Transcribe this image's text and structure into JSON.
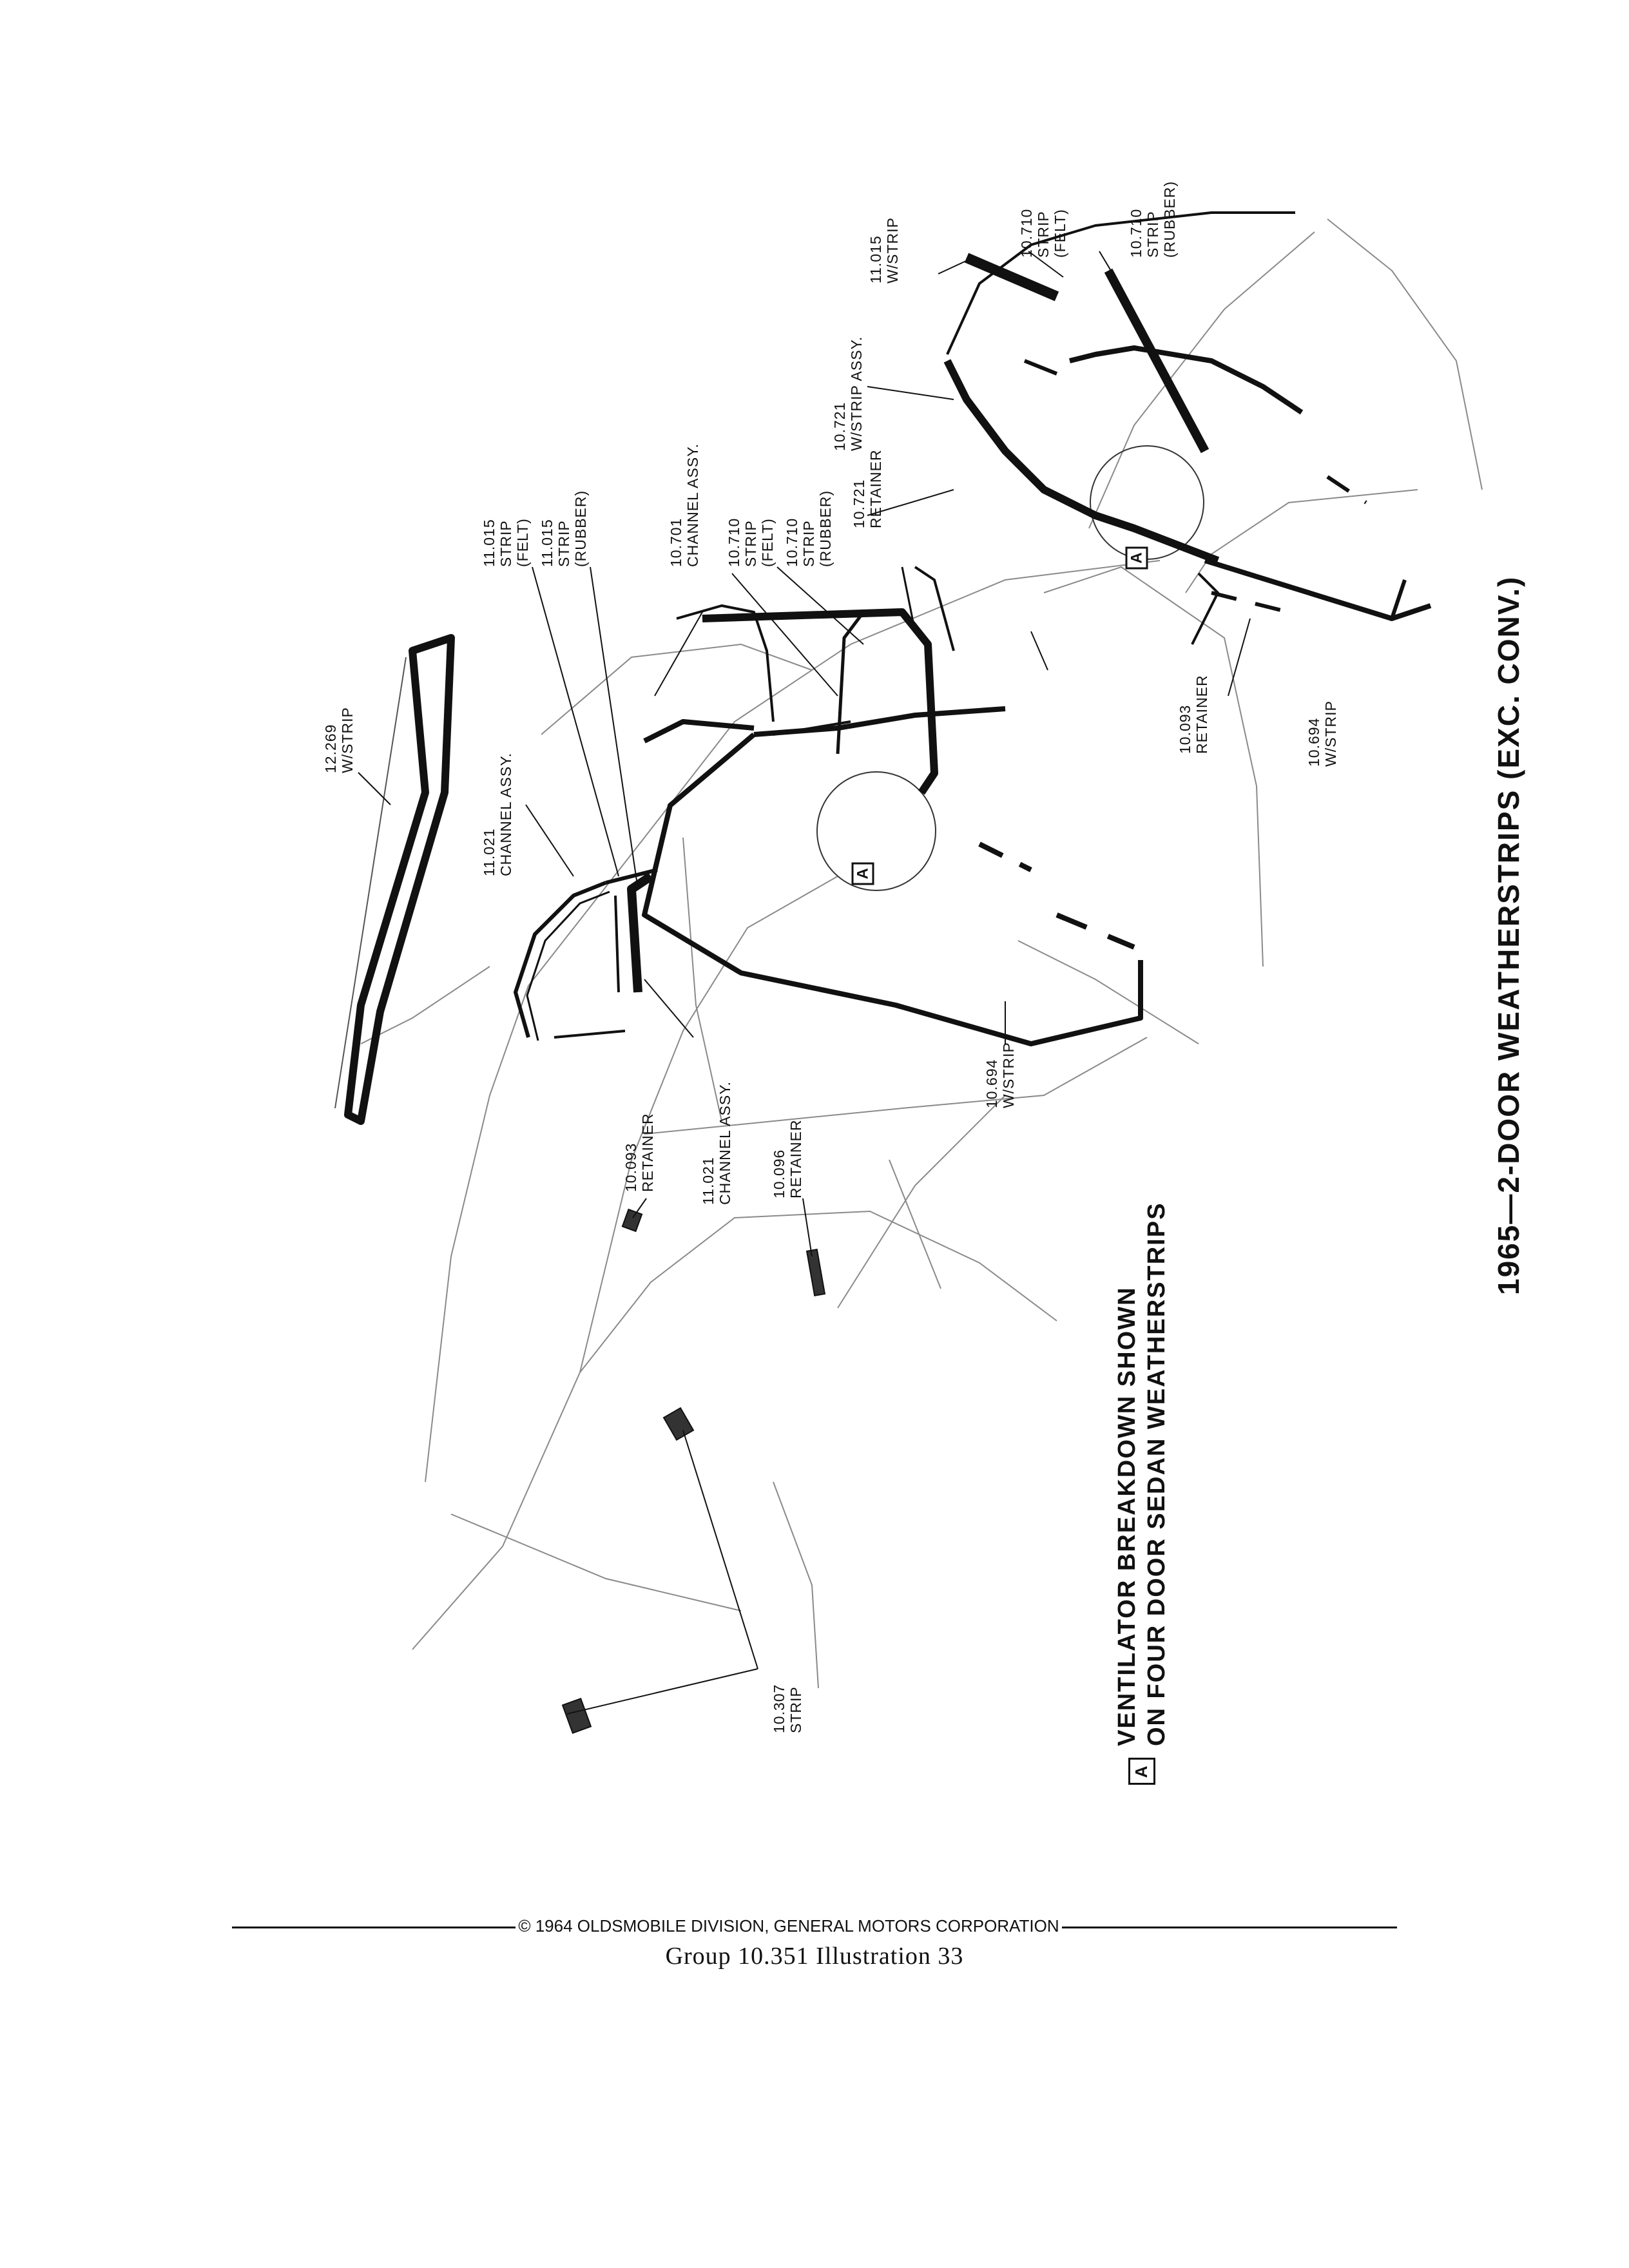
{
  "labels": {
    "w_strip_12269": [
      "12.269",
      "W/STRIP"
    ],
    "channel_11021_top": [
      "11.021",
      "CHANNEL ASSY."
    ],
    "strip_felt_11015": [
      "11.015",
      "STRIP",
      "(FELT)"
    ],
    "strip_rubber_11015": [
      "11.015",
      "STRIP",
      "(RUBBER)"
    ],
    "channel_10701": [
      "10.701",
      "CHANNEL ASSY."
    ],
    "strip_felt_10710_mid": [
      "10.710",
      "STRIP",
      "(FELT)"
    ],
    "strip_rubber_10710_mid": [
      "10.710",
      "STRIP",
      "(RUBBER)"
    ],
    "retainer_10721": [
      "10.721",
      "RETAINER"
    ],
    "w_strip_10721": [
      "10.721",
      "W/STRIP ASSY."
    ],
    "w_strip_11015": [
      "11.015",
      "W/STRIP"
    ],
    "strip_felt_10710_rear": [
      "10.710",
      "STRIP",
      "(FELT)"
    ],
    "strip_rubber_10710_rear": [
      "10.710",
      "STRIP",
      "(RUBBER)"
    ],
    "retainer_10093_rear": [
      "10.093",
      "RETAINER"
    ],
    "w_strip_10694_rear": [
      "10.694",
      "W/STRIP"
    ],
    "w_strip_10694_front": [
      "10.694",
      "W/STRIP"
    ],
    "channel_11021_low": [
      "11.021",
      "CHANNEL ASSY."
    ],
    "retainer_10093_front": [
      "10.093",
      "RETAINER"
    ],
    "retainer_10096": [
      "10.096",
      "RETAINER"
    ],
    "strip_10307": [
      "10.307",
      "STRIP"
    ]
  },
  "callout_marker": "A",
  "ventilator_note": {
    "line1": "VENTILATOR BREAKDOWN SHOWN",
    "line2": "ON FOUR DOOR SEDAN WEATHERSTRIPS"
  },
  "title": "1965—2-DOOR WEATHERSTRIPS (EXC. CONV.)",
  "copyright": "© 1964 OLDSMOBILE DIVISION, GENERAL MOTORS CORPORATION",
  "footer": "Group 10.351   Illustration 33"
}
